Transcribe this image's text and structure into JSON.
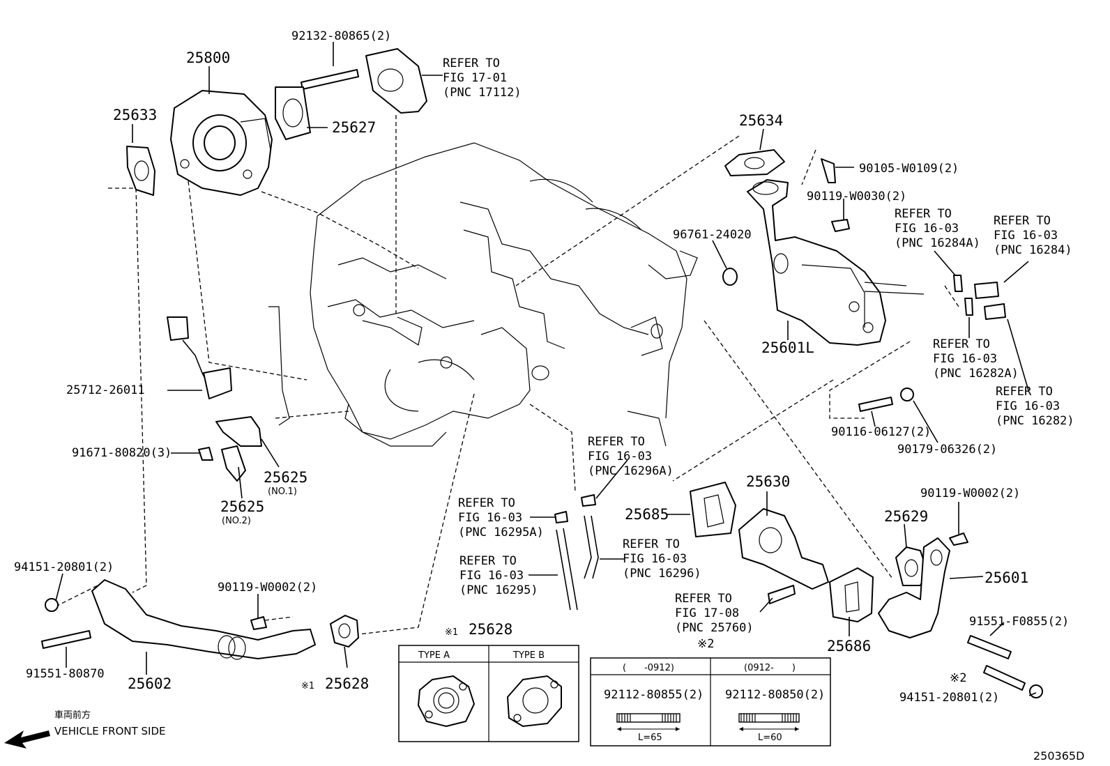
{
  "diagram_code": "250365D",
  "direction": {
    "jp": "車両前方",
    "en": "VEHICLE FRONT SIDE"
  },
  "labels": {
    "p25800": "25800",
    "p92132": "92132-80865(2)",
    "refer_17112": [
      "REFER TO",
      "FIG 17-01",
      "(PNC 17112)"
    ],
    "p25633": "25633",
    "p25627": "25627",
    "p25634": "25634",
    "p90105": "90105-W0109(2)",
    "p90119_w0030": "90119-W0030(2)",
    "p96761": "96761-24020",
    "refer_16284A": [
      "REFER TO",
      "FIG 16-03",
      "(PNC 16284A)"
    ],
    "refer_16284": [
      "REFER TO",
      "FIG 16-03",
      "(PNC 16284)"
    ],
    "p25601L": "25601L",
    "refer_16282A": [
      "REFER TO",
      "FIG 16-03",
      "(PNC 16282A)"
    ],
    "refer_16282": [
      "REFER TO",
      "FIG 16-03",
      "(PNC 16282)"
    ],
    "p90116": "90116-06127(2)",
    "p90179": "90179-06326(2)",
    "p25712": "25712-26011",
    "p91671": "91671-80820(3)",
    "p25625_1": "25625",
    "p25625_1_sub": "(NO.1)",
    "p25625_2": "25625",
    "p25625_2_sub": "(NO.2)",
    "refer_16296A": [
      "REFER TO",
      "FIG 16-03",
      "(PNC 16296A)"
    ],
    "refer_16295A": [
      "REFER TO",
      "FIG 16-03",
      "(PNC 16295A)"
    ],
    "refer_16296": [
      "REFER TO",
      "FIG 16-03",
      "(PNC 16296)"
    ],
    "refer_16295": [
      "REFER TO",
      "FIG 16-03",
      "(PNC 16295)"
    ],
    "p25630": "25630",
    "p25685": "25685",
    "p25629": "25629",
    "p90119_w0002_r": "90119-W0002(2)",
    "p25601": "25601",
    "refer_25760": [
      "REFER TO",
      "FIG 17-08",
      "(PNC 25760)"
    ],
    "p25686": "25686",
    "p91551_f0855": "91551-F0855(2)",
    "note2_bolt": "※2",
    "p94151_r": "94151-20801(2)",
    "p94151_l": "94151-20801(2)",
    "p91551_80870": "91551-80870",
    "p25602": "25602",
    "p90119_w0002_l": "90119-W0002(2)",
    "p25628_note": "※1",
    "p25628": "25628"
  },
  "type_table": {
    "mark": "※1",
    "part": "25628",
    "col_a": "TYPE A",
    "col_b": "TYPE B"
  },
  "stud_table": {
    "mark": "※2",
    "col1_range": "(　　-0912)",
    "col2_range": "(0912-　　)",
    "col1_part": "92112-80855(2)",
    "col2_part": "92112-80850(2)",
    "col1_len": "L=65",
    "col2_len": "L=60"
  }
}
